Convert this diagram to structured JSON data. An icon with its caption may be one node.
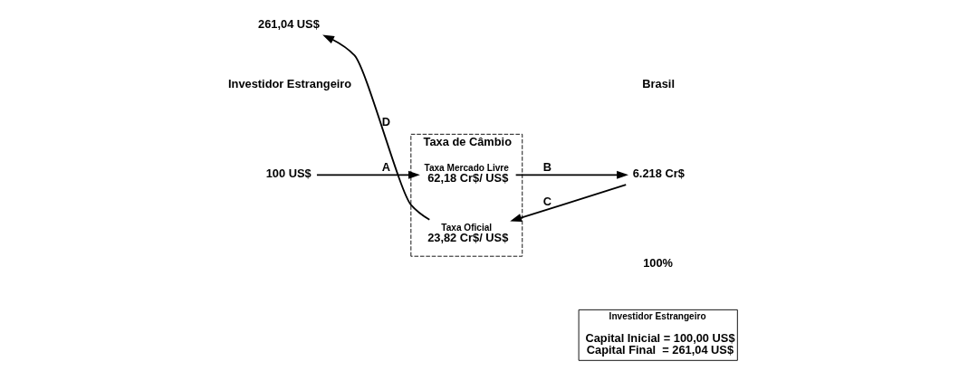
{
  "diagram": {
    "nodes": [
      {
        "text": [
          "Taxa de Câmbio"
        ]
      },
      {
        "text": [
          "Taxa Mercado Livre",
          "62,18 Cr$/ US$"
        ],
        "in": 0
      },
      {
        "text": [
          "Taxa Oficial",
          "23,82 Cr$/ US$"
        ],
        "in": 0
      },
      {
        "text": [
          "100 US$"
        ]
      },
      {
        "text": [
          "6.218 Cr$"
        ]
      },
      {
        "text": [
          "261,04 US$"
        ]
      },
      {
        "text": [
          "Investidor Estrangeiro",
          "Capital Inicial = 100,00 US$",
          "Capital Final  = 261,04 US$"
        ]
      }
    ],
    "edges": [
      {
        "from": 3,
        "to": 1,
        "arrow": "to",
        "label": "A"
      },
      {
        "from": 1,
        "to": 4,
        "arrow": "to",
        "label": "B"
      },
      {
        "from": 4,
        "to": 2,
        "arrow": "to",
        "label": "C"
      },
      {
        "from": 2,
        "to": 5,
        "arrow": "to",
        "label": "D"
      }
    ],
    "labels": [
      "Investidor Estrangeiro",
      "Brasil",
      "100%"
    ]
  }
}
